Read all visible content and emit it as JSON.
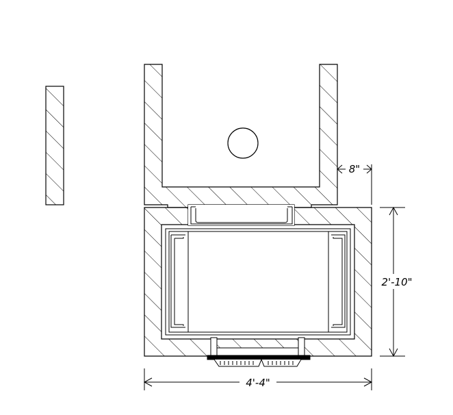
{
  "drawing": {
    "dimensions": {
      "wall_thickness": "8\"",
      "height": "2'-10\"",
      "width": "4'-4\""
    }
  }
}
